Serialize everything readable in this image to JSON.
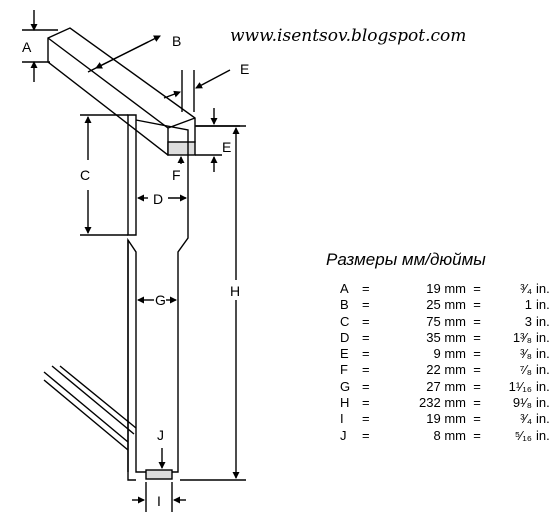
{
  "header": {
    "url": "www.isentsov.blogspot.com"
  },
  "table": {
    "title": "Размеры мм/дюймы",
    "rows": [
      {
        "letter": "A",
        "eq": "=",
        "mm": "19 mm",
        "eq2": "=",
        "inch": "³⁄₄",
        "unit": "in."
      },
      {
        "letter": "B",
        "eq": "=",
        "mm": "25 mm",
        "eq2": "=",
        "inch": "1",
        "unit": "in."
      },
      {
        "letter": "C",
        "eq": "=",
        "mm": "75 mm",
        "eq2": "=",
        "inch": "3",
        "unit": "in."
      },
      {
        "letter": "D",
        "eq": "=",
        "mm": "35 mm",
        "eq2": "=",
        "inch": "1³⁄₈",
        "unit": "in."
      },
      {
        "letter": "E",
        "eq": "=",
        "mm": "9 mm",
        "eq2": "=",
        "inch": "³⁄₈",
        "unit": "in."
      },
      {
        "letter": "F",
        "eq": "=",
        "mm": "22 mm",
        "eq2": "=",
        "inch": "⁷⁄₈",
        "unit": "in."
      },
      {
        "letter": "G",
        "eq": "=",
        "mm": "27 mm",
        "eq2": "=",
        "inch": "1¹⁄₁₆",
        "unit": "in."
      },
      {
        "letter": "H",
        "eq": "=",
        "mm": "232 mm",
        "eq2": "=",
        "inch": "9¹⁄₈",
        "unit": "in."
      },
      {
        "letter": "I",
        "eq": "=",
        "mm": "19 mm",
        "eq2": "=",
        "inch": "³⁄₄",
        "unit": "in."
      },
      {
        "letter": "J",
        "eq": "=",
        "mm": "8 mm",
        "eq2": "=",
        "inch": "⁵⁄₁₆",
        "unit": "in."
      }
    ]
  },
  "diagram": {
    "labels": {
      "A": "A",
      "B": "B",
      "C": "C",
      "D": "D",
      "E1": "E",
      "E2": "E",
      "F": "F",
      "G": "G",
      "H": "H",
      "I": "I",
      "J": "J"
    }
  }
}
